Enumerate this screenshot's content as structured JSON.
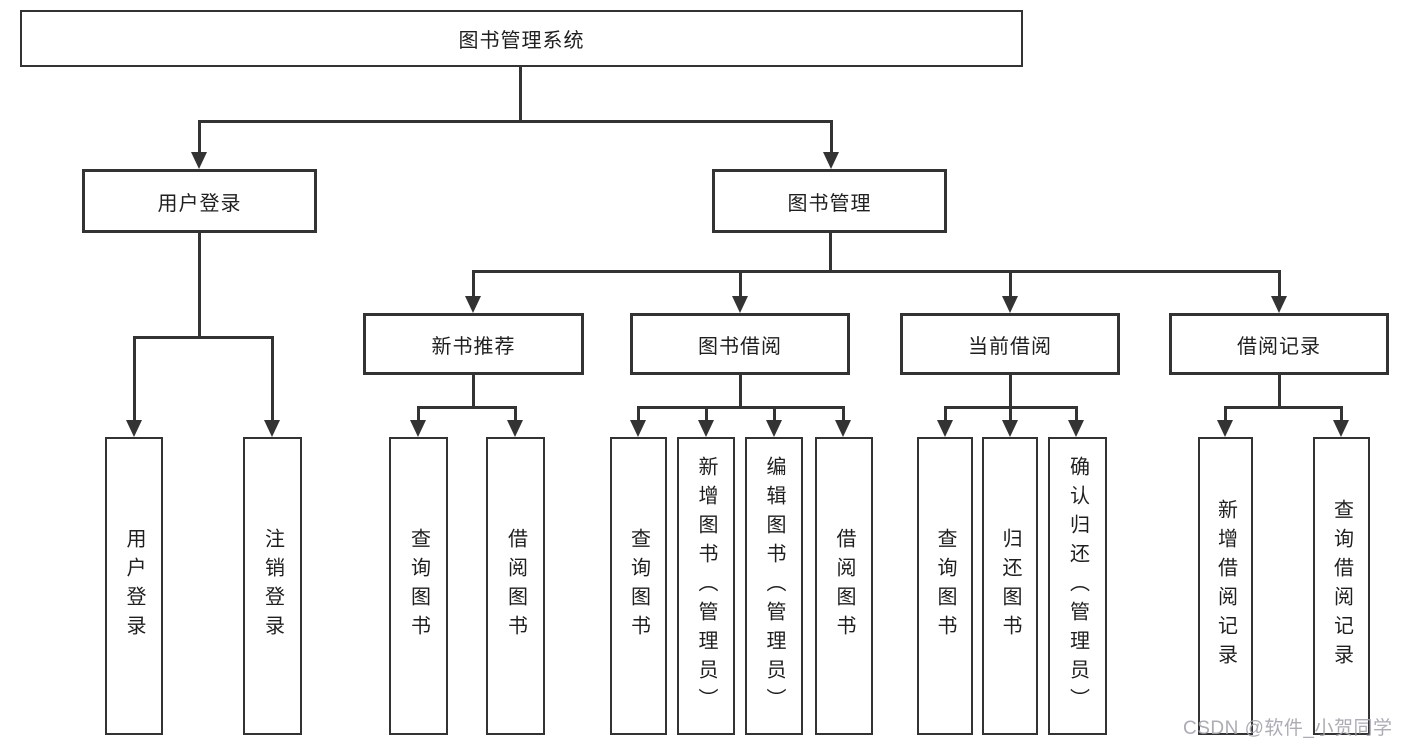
{
  "tree": {
    "root": "图书管理系统",
    "branches": {
      "user_login": {
        "label": "用户登录",
        "leaves": [
          {
            "label": "用户登录"
          },
          {
            "label": "注销登录"
          }
        ]
      },
      "book_management": {
        "label": "图书管理",
        "sections": [
          {
            "label": "新书推荐",
            "leaves": [
              {
                "label": "查询图书"
              },
              {
                "label": "借阅图书"
              }
            ]
          },
          {
            "label": "图书借阅",
            "leaves": [
              {
                "label": "查询图书"
              },
              {
                "label": "新增图书（管理员）"
              },
              {
                "label": "编辑图书（管理员）"
              },
              {
                "label": "借阅图书"
              }
            ]
          },
          {
            "label": "当前借阅",
            "leaves": [
              {
                "label": "查询图书"
              },
              {
                "label": "归还图书"
              },
              {
                "label": "确认归还（管理员）"
              }
            ]
          },
          {
            "label": "借阅记录",
            "leaves": [
              {
                "label": "新增借阅记录"
              },
              {
                "label": "查询借阅记录"
              }
            ]
          }
        ]
      }
    }
  },
  "watermark": "CSDN @软件_小贺同学",
  "colors": {
    "line": "#333333",
    "text": "#1f1f1f",
    "watermark": "#a3a3ac",
    "background": "#ffffff"
  }
}
